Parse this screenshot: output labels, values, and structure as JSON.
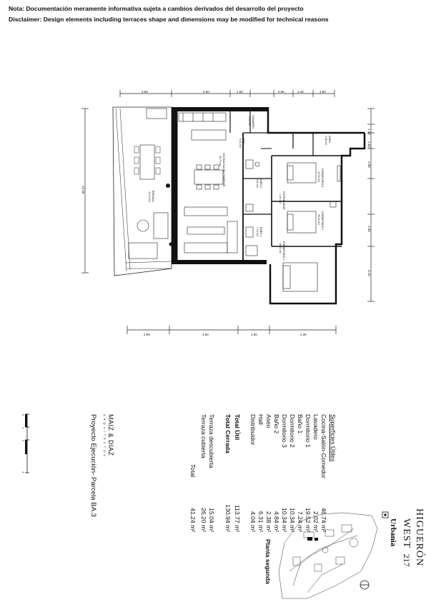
{
  "notes": {
    "es": "Nota: Documentación meramente informativa sujeta a cambios derivados del desarrollo del proyecto",
    "en": "Disclaimer: Design elements including terraces shape and dimensions may be modified for technical reasons"
  },
  "plan": {
    "dims_top": [
      "3.89",
      "4.50",
      "1.50",
      "0.95",
      "1.45",
      "1.80"
    ],
    "dims_bottom": [
      "2.99",
      "4.50",
      "1.80",
      "4.35"
    ],
    "dims_right": [
      "1.10",
      "1.50",
      "2.80",
      "2.80",
      "4.10"
    ],
    "dim_left": "13.40",
    "rooms": [
      {
        "name": "COCINA-SALÓN-COMEDOR",
        "area": "46.74 m2"
      },
      {
        "name": "TERRAZA",
        "area": "41.24 m2"
      },
      {
        "name": "LAVADERO",
        "area": "2.02 m2"
      },
      {
        "name": "HALL",
        "area": "6.31 m2"
      },
      {
        "name": "ASEO",
        "area": "2.38 m2"
      },
      {
        "name": "DORMITORIO 3",
        "area": "10.34 m2"
      },
      {
        "name": "BAÑO 2",
        "area": "4.84 m2"
      },
      {
        "name": "DISTRIBUIDOR",
        "area": "4.04 m2"
      },
      {
        "name": "DORMITORIO 2",
        "area": "10.34 m2"
      },
      {
        "name": "BAÑO 1",
        "area": "7.24 m2"
      },
      {
        "name": "DORMITORIO 1",
        "area": "19.52 m2"
      }
    ]
  },
  "surfaces": {
    "title": "Superficies Útiles",
    "rows": [
      {
        "label": "Cocina-Salón-Comedor",
        "value": "46.74 m²"
      },
      {
        "label": "Lavadero",
        "value": "2.02 m²"
      },
      {
        "label": "Dormitorio 1",
        "value": "19.52 m²"
      },
      {
        "label": "Baño 1",
        "value": "7.24 m²"
      },
      {
        "label": "Dormitorio 2",
        "value": "10.34 m²"
      },
      {
        "label": "Dormitorio 3",
        "value": "10.34 m²"
      },
      {
        "label": "Baño 2",
        "value": "4.84 m²"
      },
      {
        "label": "Aseo",
        "value": "2.38 m²"
      },
      {
        "label": "Hall",
        "value": "6.31 m²"
      },
      {
        "label": "Distribuidor",
        "value": "4.04 m²"
      }
    ],
    "total_util_label": "Total Útil",
    "total_util_value": "113.77 m²",
    "total_cerrada_label": "Total Cerrada",
    "total_cerrada_value": "130.94 m²",
    "terraces": [
      {
        "label": "Terraza descubierta",
        "value": "15.04 m²"
      },
      {
        "label": "Terraza cubierta",
        "value": "26.20 m²"
      }
    ],
    "total_label": "Total",
    "total_value": "41.24 m²"
  },
  "architect": {
    "name": "MAIZ & DIAZ",
    "subtitle": "ARQUITECTOS",
    "project": "Proyecto Ejecución- Parcela BA.3"
  },
  "scale_labels": [
    "0",
    "1",
    "2",
    "4"
  ],
  "brand": {
    "name_line1": "HIGUERÓN",
    "name_line2": "WEST",
    "number": "217",
    "company": "Urbania",
    "floor": "Planta segunda"
  }
}
